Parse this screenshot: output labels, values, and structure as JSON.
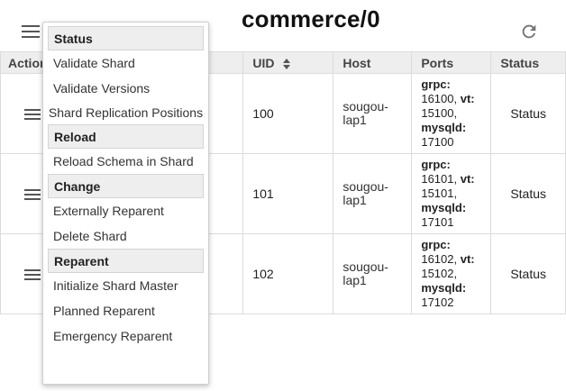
{
  "page": {
    "title": "commerce/0"
  },
  "table": {
    "headers": {
      "actions": "Actions",
      "uid": "UID",
      "host": "Host",
      "ports": "Ports",
      "status": "Status"
    },
    "rows": [
      {
        "uid": "100",
        "host": "sougou-lap1",
        "grpc_label": "grpc:",
        "grpc": "16100,",
        "vt_label": "vt:",
        "vt": "15100,",
        "mysqld_label": "mysqld:",
        "mysqld": "17100",
        "status": "Status"
      },
      {
        "uid": "101",
        "host": "sougou-lap1",
        "grpc_label": "grpc:",
        "grpc": "16101,",
        "vt_label": "vt:",
        "vt": "15101,",
        "mysqld_label": "mysqld:",
        "mysqld": "17101",
        "status": "Status"
      },
      {
        "uid": "102",
        "host": "sougou-lap1",
        "grpc_label": "grpc:",
        "grpc": "16102,",
        "vt_label": "vt:",
        "vt": "15102,",
        "mysqld_label": "mysqld:",
        "mysqld": "17102",
        "status": "Status"
      }
    ]
  },
  "menu": {
    "groups": [
      {
        "header": "Status",
        "items": [
          "Validate Shard",
          "Validate Versions",
          "Shard Replication Positions"
        ]
      },
      {
        "header": "Reload",
        "items": [
          "Reload Schema in Shard"
        ]
      },
      {
        "header": "Change",
        "items": [
          "Externally Reparent",
          "Delete Shard"
        ]
      },
      {
        "header": "Reparent",
        "items": [
          "Initialize Shard Master",
          "Planned Reparent",
          "Emergency Reparent"
        ]
      }
    ]
  },
  "icons": {
    "menu": "hamburger-icon",
    "refresh": "refresh-icon",
    "sort": "sort-icon"
  },
  "colors": {
    "header_bg": "#eeeeee",
    "border": "#dcdcdc",
    "text": "#212121"
  }
}
